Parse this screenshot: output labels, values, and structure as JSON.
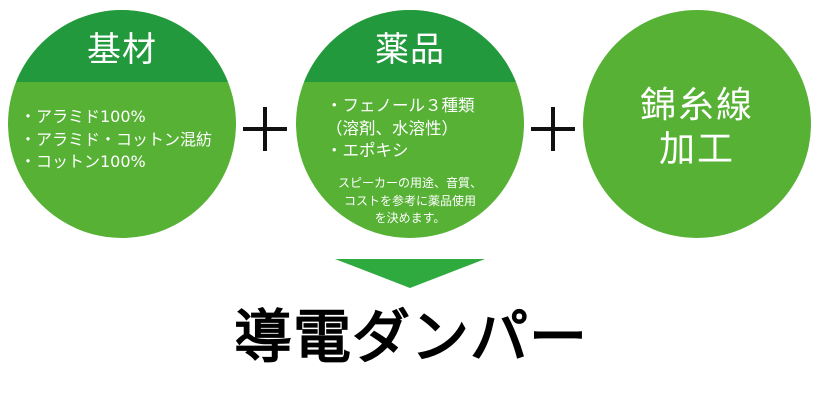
{
  "colors": {
    "header_band": "#22993d",
    "circle_fill": "#56b135",
    "arrow": "#2eaa3f",
    "text_light": "#ffffff",
    "text_dark": "#000000"
  },
  "circles": [
    {
      "title": "基材",
      "items": [
        "・アラミド100%",
        "・アラミド・コットン混紡",
        "・コットン100%"
      ]
    },
    {
      "title": "薬品",
      "items": [
        "・フェノール３種類",
        "（溶剤、水溶性）",
        "・エポキシ"
      ],
      "note": [
        "スピーカーの用途、音質、",
        "コストを参考に薬品使用",
        "を決めます。"
      ]
    },
    {
      "lines": [
        "錦糸線",
        "加工"
      ]
    }
  ],
  "operators": [
    "+",
    "+"
  ],
  "arrow_icon": "down-triangle",
  "result_title": "導電ダンパー"
}
